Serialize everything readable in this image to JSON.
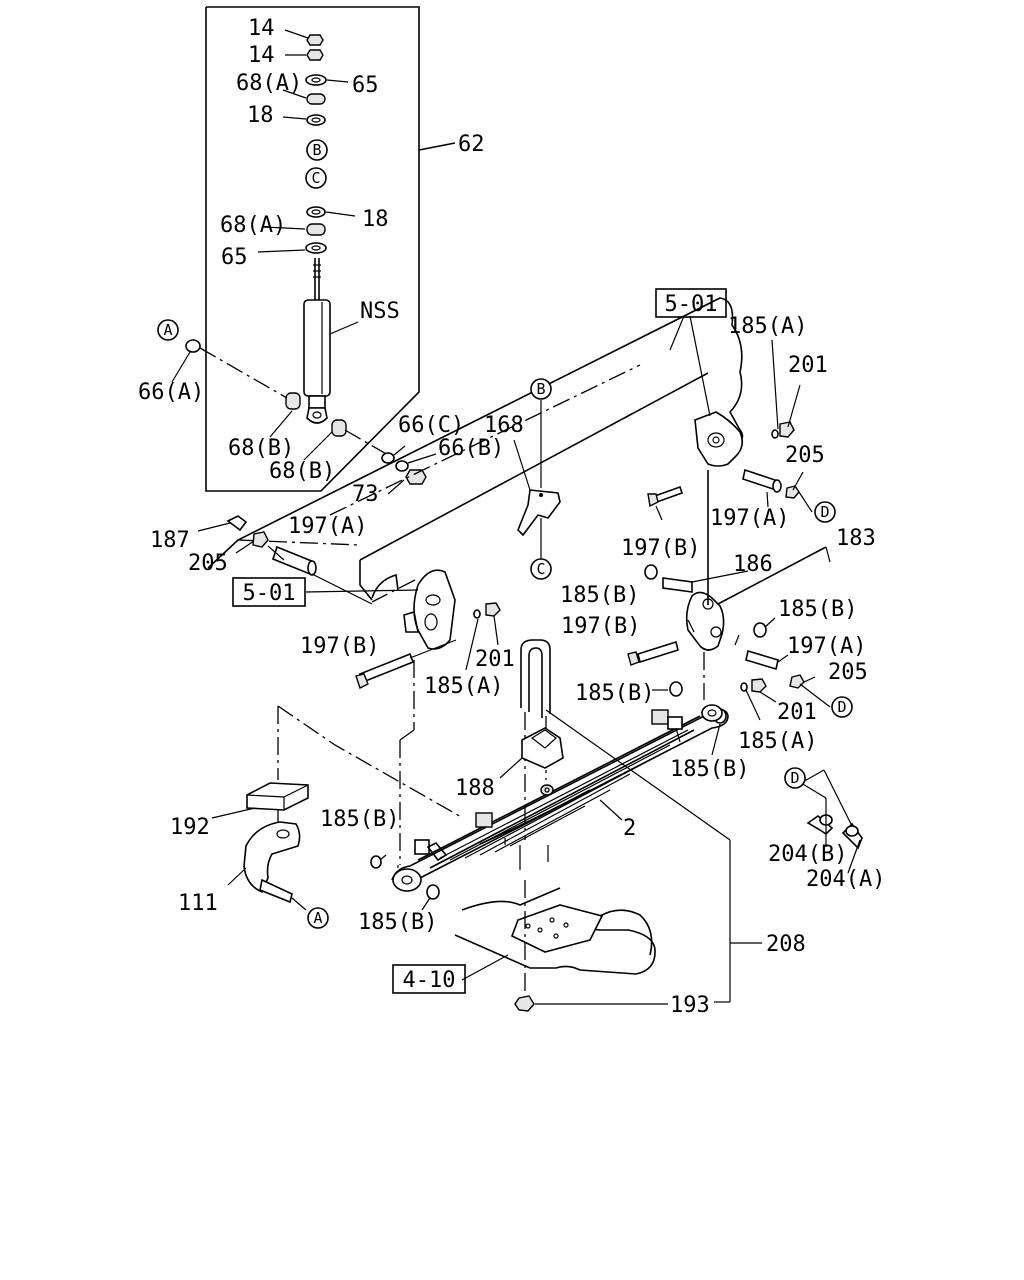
{
  "refs": {
    "r501a": "5-01",
    "r501b": "5-01",
    "r410": "4-10"
  },
  "markers": {
    "A": "A",
    "B": "B",
    "C": "C",
    "D": "D"
  },
  "labels": {
    "l14a": "14",
    "l14b": "14",
    "l68a1": "68(A)",
    "l65a": "65",
    "l18a": "18",
    "l62": "62",
    "l68a2": "68(A)",
    "l18b": "18",
    "l65b": "65",
    "lNSS": "NSS",
    "l66a": "66(A)",
    "l68b1": "68(B)",
    "l68b2": "68(B)",
    "l66c": "66(C)",
    "l66b": "66(B)",
    "l73": "73",
    "l168": "168",
    "l185a1": "185(A)",
    "l201a": "201",
    "l205a": "205",
    "l197a1": "197(A)",
    "l197b1": "197(B)",
    "l183": "183",
    "l186": "186",
    "l185b1": "185(B)",
    "l185b2": "185(B)",
    "l187": "187",
    "l197a2": "197(A)",
    "l205b": "205",
    "l197b2": "197(B)",
    "l197a3": "197(A)",
    "l205c": "205",
    "l197b3": "197(B)",
    "l201b": "201",
    "l185a2": "185(A)",
    "l185b3": "185(B)",
    "l201c": "201",
    "l185a3": "185(A)",
    "l185b4": "185(B)",
    "l188": "188",
    "l2": "2",
    "l192": "192",
    "l185b5": "185(B)",
    "l204b": "204(B)",
    "l204a": "204(A)",
    "l111": "111",
    "l185b6": "185(B)",
    "l208": "208",
    "l193": "193"
  }
}
